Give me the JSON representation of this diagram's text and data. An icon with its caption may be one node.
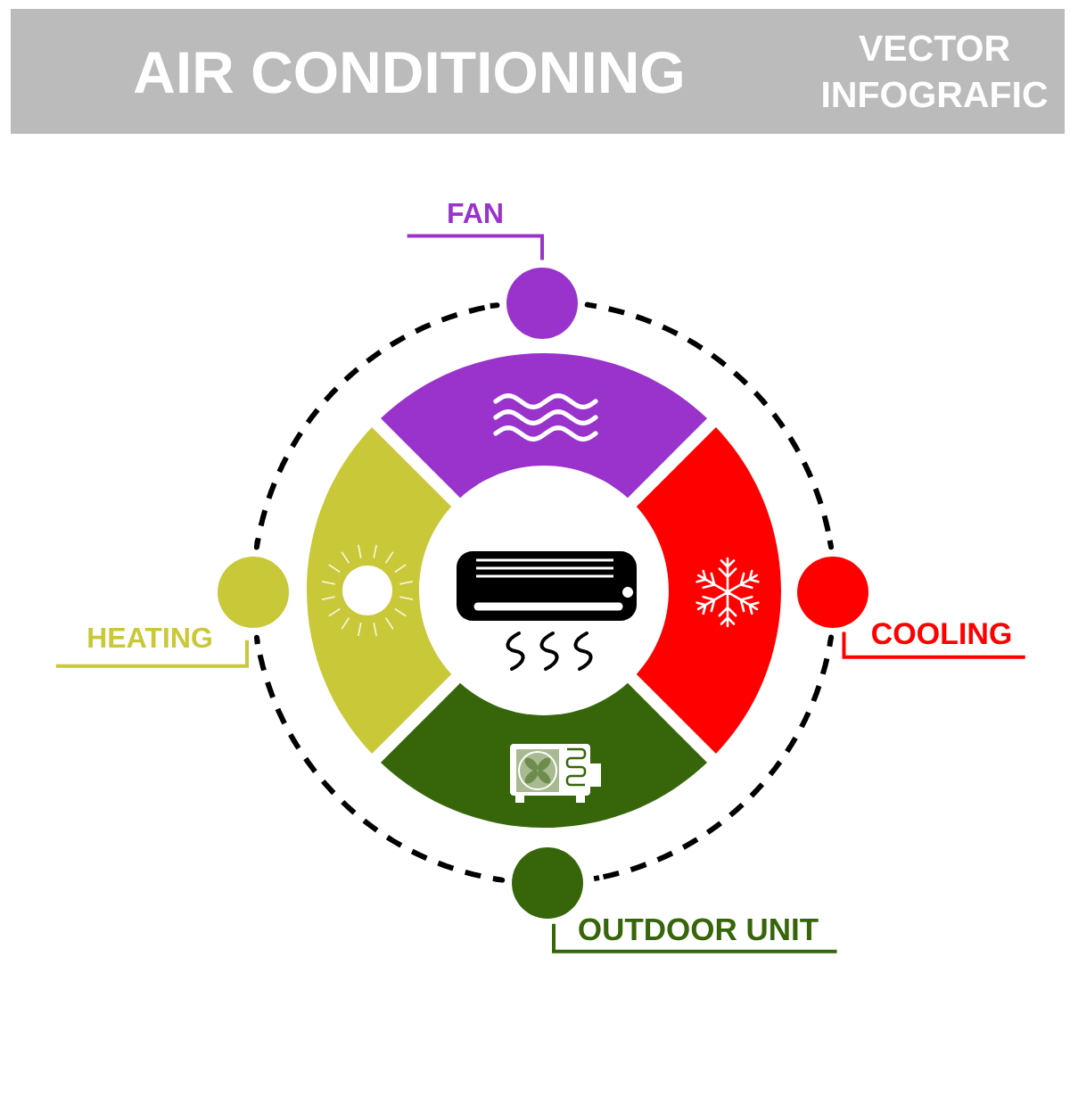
{
  "diagram": {
    "title": "AIR CONDITIONING",
    "nodes": [
      {
        "text": [
          "FAN"
        ]
      },
      {
        "text": [],
        "shape": "circle"
      },
      {
        "text": [
          "HEATING"
        ]
      },
      {
        "text": [],
        "shape": "circle"
      },
      {
        "text": [
          "COOLING"
        ]
      },
      {
        "text": [],
        "shape": "circle"
      },
      {
        "text": [
          "OUTDOOR UNIT"
        ]
      },
      {
        "text": [],
        "shape": "circle"
      }
    ],
    "edges": [
      {
        "from": 0,
        "to": 1,
        "arrow": "none",
        "color": "#9933cc"
      },
      {
        "from": 2,
        "to": 3,
        "arrow": "none",
        "color": "#c9c838"
      },
      {
        "from": 4,
        "to": 5,
        "arrow": "none",
        "color": "#ff0000"
      },
      {
        "from": 6,
        "to": 7,
        "arrow": "none",
        "color": "#37660a"
      },
      {
        "from": 1,
        "to": 5,
        "arrow": "none",
        "style": "dashed"
      },
      {
        "from": 5,
        "to": 7,
        "arrow": "none",
        "style": "dashed"
      },
      {
        "from": 7,
        "to": 3,
        "arrow": "none",
        "style": "dashed"
      },
      {
        "from": 3,
        "to": 1,
        "arrow": "none",
        "style": "dashed"
      }
    ],
    "labels": [
      "VECTOR INFOGRAFIC"
    ]
  }
}
